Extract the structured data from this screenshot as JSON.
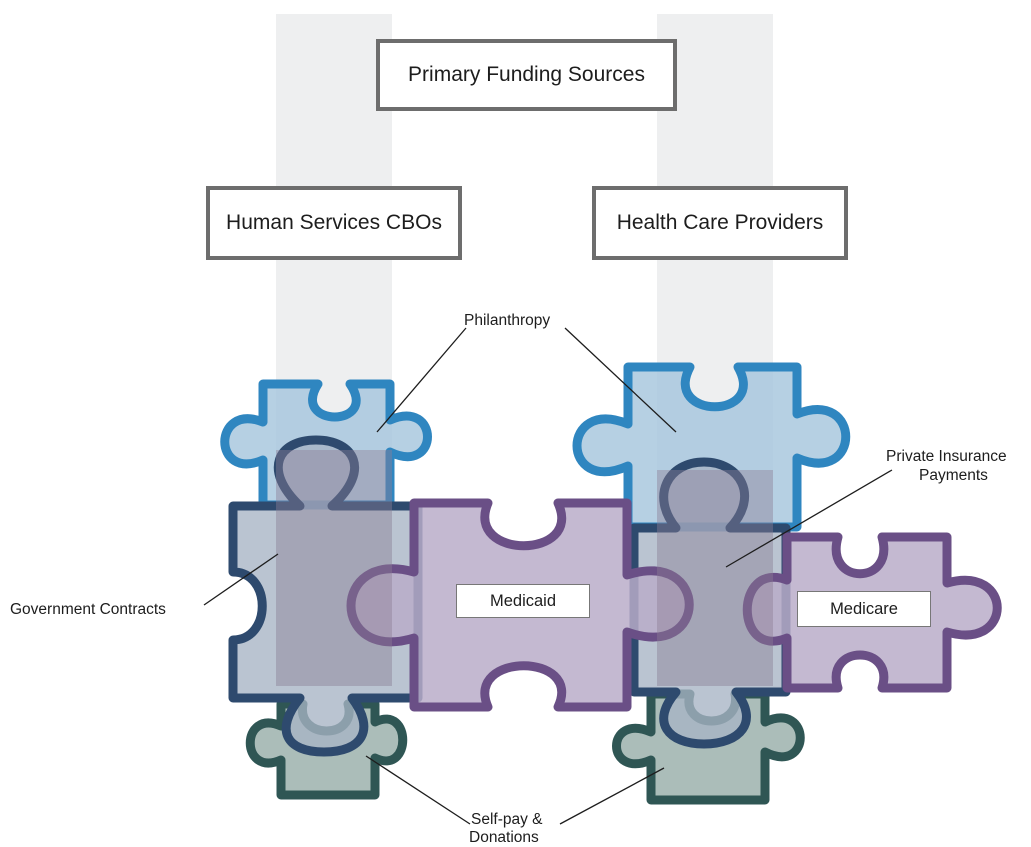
{
  "title": "Primary Funding Sources",
  "columns": {
    "left": "Human Services CBOs",
    "right": "Health Care Providers"
  },
  "pieces": {
    "center": "Medicaid",
    "right": "Medicare"
  },
  "callouts": {
    "philanthropy": "Philanthropy",
    "government": "Government Contracts",
    "private_insurance_line1": "Private Insurance",
    "private_insurance_line2": "Payments",
    "self_pay_line1": "Self-pay &",
    "self_pay_line2": "Donations"
  },
  "colors": {
    "philanthropy": "#2f86c0",
    "government": "#2e4a6e",
    "medicaid": "#6a4f86",
    "medicare": "#6a4f86",
    "self_pay": "#2f5654"
  }
}
